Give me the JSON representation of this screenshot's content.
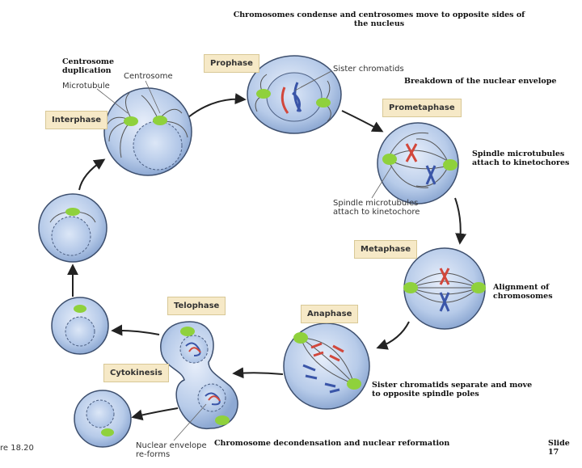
{
  "annotations": {
    "top": "Chromosomes condense and centrosomes move to   opposite sides of the nucleus",
    "centrosome_dup": "Centrosome duplication",
    "breakdown": "Breakdown of the nuclear envelope",
    "spindle_attach": "Spindle microtubules attach to kinetochores",
    "alignment": "Alignment of chromosomes",
    "separate": "Sister chromatids separate and   move to opposite spindle poles",
    "decondense": "Chromosome decondensation and nuclear reformation",
    "slide": "Slide 17",
    "figure": "re 18.20"
  },
  "labels": {
    "microtubule": "Microtubule",
    "centrosome": "Centrosome",
    "sister_chromatids": "Sister chromatids",
    "spindle_kinetochore": "Spindle microtubules attach to kinetochore",
    "nuclear_envelope": "Nuclear envelope re-forms"
  },
  "phases": {
    "interphase": "Interphase",
    "prophase": "Prophase",
    "prometaphase": "Prometaphase",
    "metaphase": "Metaphase",
    "anaphase": "Anaphase",
    "telophase": "Telophase",
    "cytokinesis": "Cytokinesis"
  },
  "colors": {
    "cell": "#a9c3e6",
    "cell_edge": "#3d4f6e",
    "centrosome": "#8fd13c",
    "chrom_red": "#d2473b",
    "chrom_blue": "#3a55a8",
    "label_box": "#f6e9c7"
  }
}
